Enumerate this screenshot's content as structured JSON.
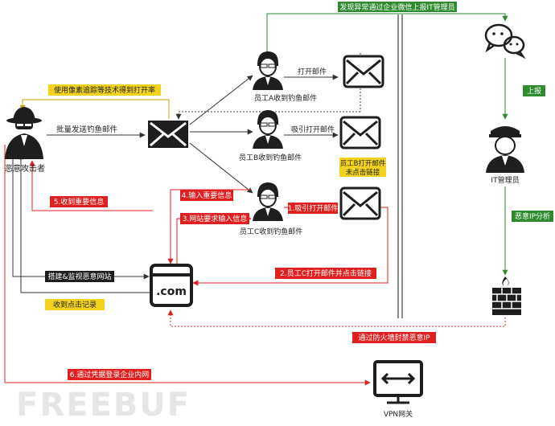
{
  "nodes": {
    "attacker": "恶意攻击者",
    "employee_a": "员工A收到钓鱼邮件",
    "employee_b": "员工B收到钓鱼邮件",
    "employee_c": "员工C收到钓鱼邮件",
    "website": ".com",
    "it_admin": "IT管理员",
    "vpn": "VPN网关"
  },
  "labels": {
    "top_report": "发现异常通过企业微信上报IT管理员",
    "pixel_tracking": "使用像素追踪等技术得到打开率",
    "bulk_send": "批量发送钓鱼邮件",
    "open_mail": "打开邮件",
    "lure_open": "吸引打开邮件",
    "b_status_line1": "员工B打开邮件",
    "b_status_line2": "未点击链接",
    "report": "上报",
    "step1": "1.吸引打开邮件",
    "step2": "2.员工C打开邮件并点击链接",
    "step3": "3.网站要求输入信息",
    "step4": "4.输入重要信息",
    "step5": "5.收到重要信息",
    "step6": "6.通过凭据登录企业内网",
    "build_site": "搭建&监视恶意网站",
    "click_record": "收到点击记录",
    "ip_analysis": "恶意IP分析",
    "firewall_block": "通过防火墙封禁恶意IP"
  },
  "watermark": "FREEBUF",
  "colors": {
    "green": "#2e8b2e",
    "red": "#e02020",
    "yellow": "#f2d21c",
    "dark": "#1e1e1e",
    "gray": "#555555"
  }
}
